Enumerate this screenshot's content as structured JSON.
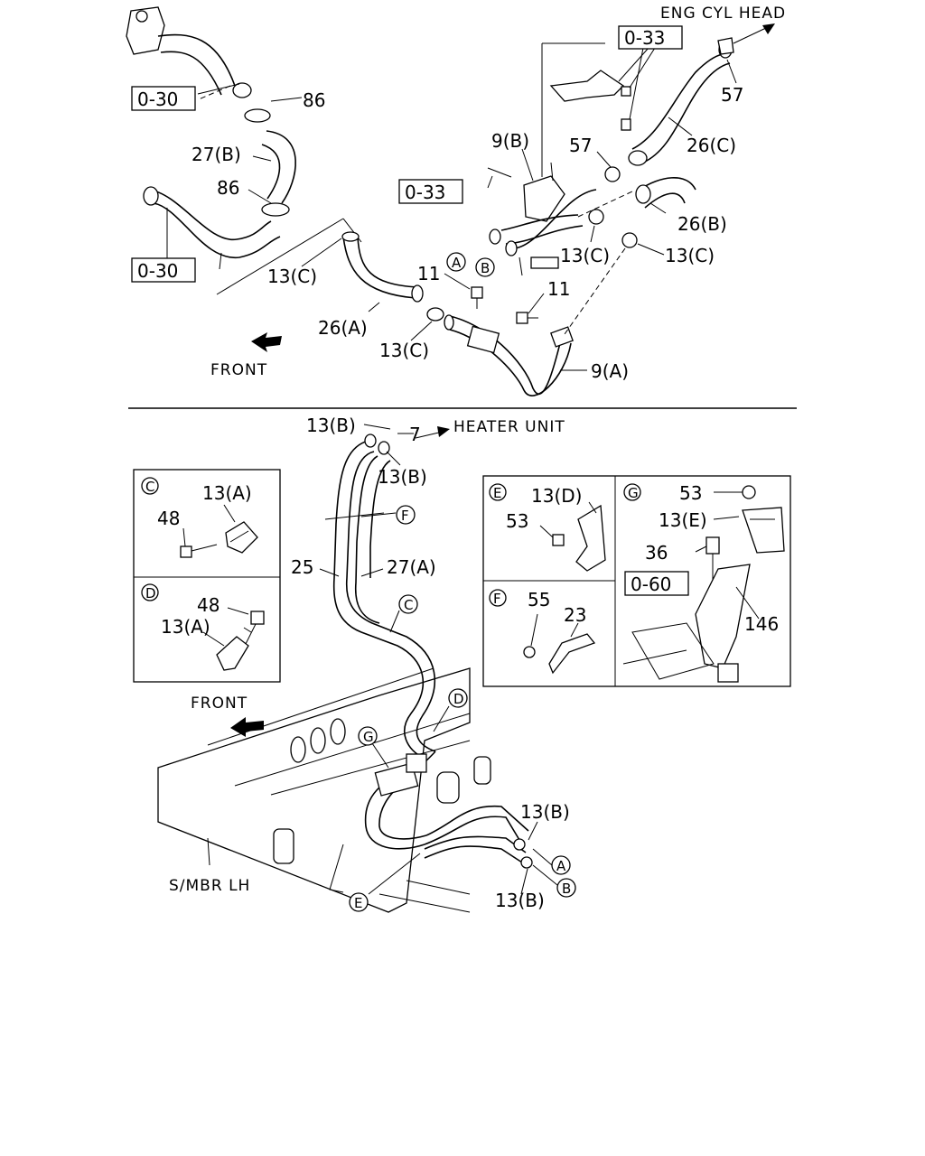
{
  "top": {
    "destination": "ENG CYL HEAD",
    "front": "FRONT",
    "refs": [
      "0-30",
      "0-33",
      "0-33",
      "0-30"
    ],
    "callouts": {
      "c86a": "86",
      "c27b": "27(B)",
      "c86b": "86",
      "c57a": "57",
      "c9b": "9(B)",
      "c57b": "57",
      "c26c": "26(C)",
      "c26b": "26(B)",
      "c13c_1": "13(C)",
      "c13c_2": "13(C)",
      "c13c_3": "13(C)",
      "c13c_4": "13(C)",
      "c11a": "11",
      "c11b": "11",
      "c26a": "26(A)",
      "c9a": "9(A)",
      "cA": "A",
      "cB": "B"
    }
  },
  "bottom": {
    "destination": "HEATER UNIT",
    "front": "FRONT",
    "member": "S/MBR LH",
    "callouts": {
      "c13b_top": "13(B)",
      "c7": "7",
      "c13b_2": "13(B)",
      "c25": "25",
      "c27a": "27(A)",
      "c13b_3": "13(B)",
      "c13b_4": "13(B)",
      "mF": "F",
      "mC": "C",
      "mD": "D",
      "mG": "G",
      "mE": "E",
      "mA": "A",
      "mB": "B"
    }
  },
  "details": {
    "C": {
      "letter": "C",
      "parts": [
        "48",
        "13(A)"
      ]
    },
    "D": {
      "letter": "D",
      "parts": [
        "48",
        "13(A)"
      ]
    },
    "E": {
      "letter": "E",
      "parts": [
        "53",
        "13(D)"
      ]
    },
    "F": {
      "letter": "F",
      "parts": [
        "55",
        "23"
      ]
    },
    "G": {
      "letter": "G",
      "parts": [
        "53",
        "13(E)",
        "36",
        "146"
      ],
      "ref": "0-60"
    }
  }
}
